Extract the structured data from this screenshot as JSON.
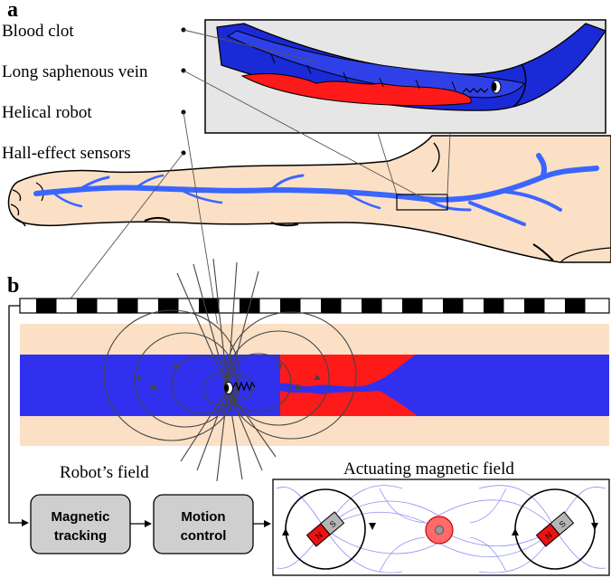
{
  "panel_a": {
    "letter": "a",
    "labels": {
      "blood_clot": "Blood clot",
      "vein": "Long saphenous vein",
      "robot": "Helical robot",
      "sensors": "Hall-effect sensors"
    }
  },
  "panel_b": {
    "letter": "b",
    "robot_field_caption": "Robot’s field",
    "actuating_caption": "Actuating magnetic field",
    "boxes": {
      "tracking_line1": "Magnetic",
      "tracking_line2": "tracking",
      "control_line1": "Motion",
      "control_line2": "control"
    },
    "magnet_labels": {
      "north": "N",
      "south": "S"
    }
  },
  "colors": {
    "vein_blue": "#3344ee",
    "clot_red": "#ff1a1a",
    "skin": "#fbe0c5",
    "inset_bg": "#e6e6e6",
    "box_gray": "#cfcfcf",
    "field_line_blue": "#8f8ff5"
  }
}
